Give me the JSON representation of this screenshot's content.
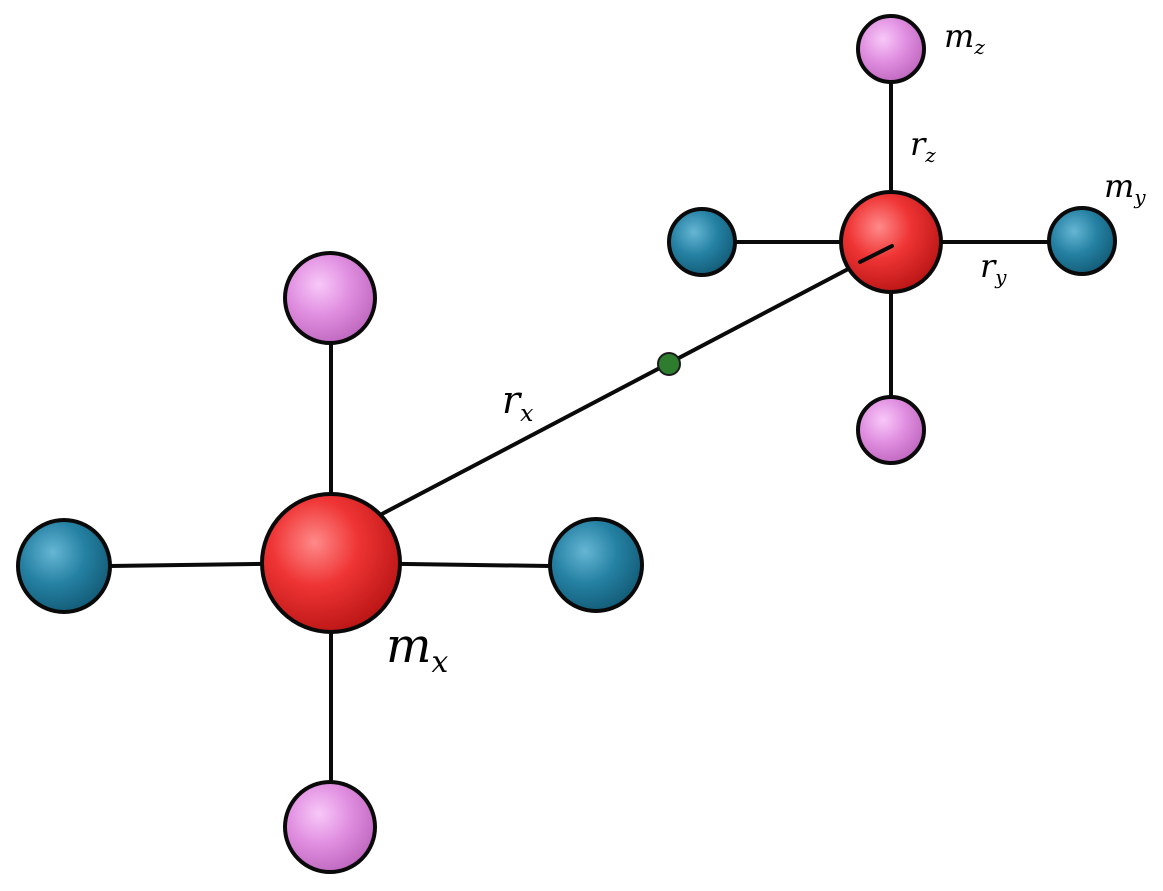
{
  "colors": {
    "central_atom": "#ee2b2b",
    "blue_atom": "#1f7a9a",
    "pink_atom": "#e08ee0",
    "center_of_mass_dot": "#2e7d2e",
    "bond": "#0a0a0a"
  },
  "labels": {
    "m_x": {
      "base": "m",
      "sub": "x"
    },
    "m_y": {
      "base": "m",
      "sub": "y"
    },
    "m_z": {
      "base": "m",
      "sub": "z"
    },
    "r_x": {
      "base": "r",
      "sub": "x"
    },
    "r_y": {
      "base": "r",
      "sub": "y"
    },
    "r_z": {
      "base": "r",
      "sub": "z"
    }
  }
}
